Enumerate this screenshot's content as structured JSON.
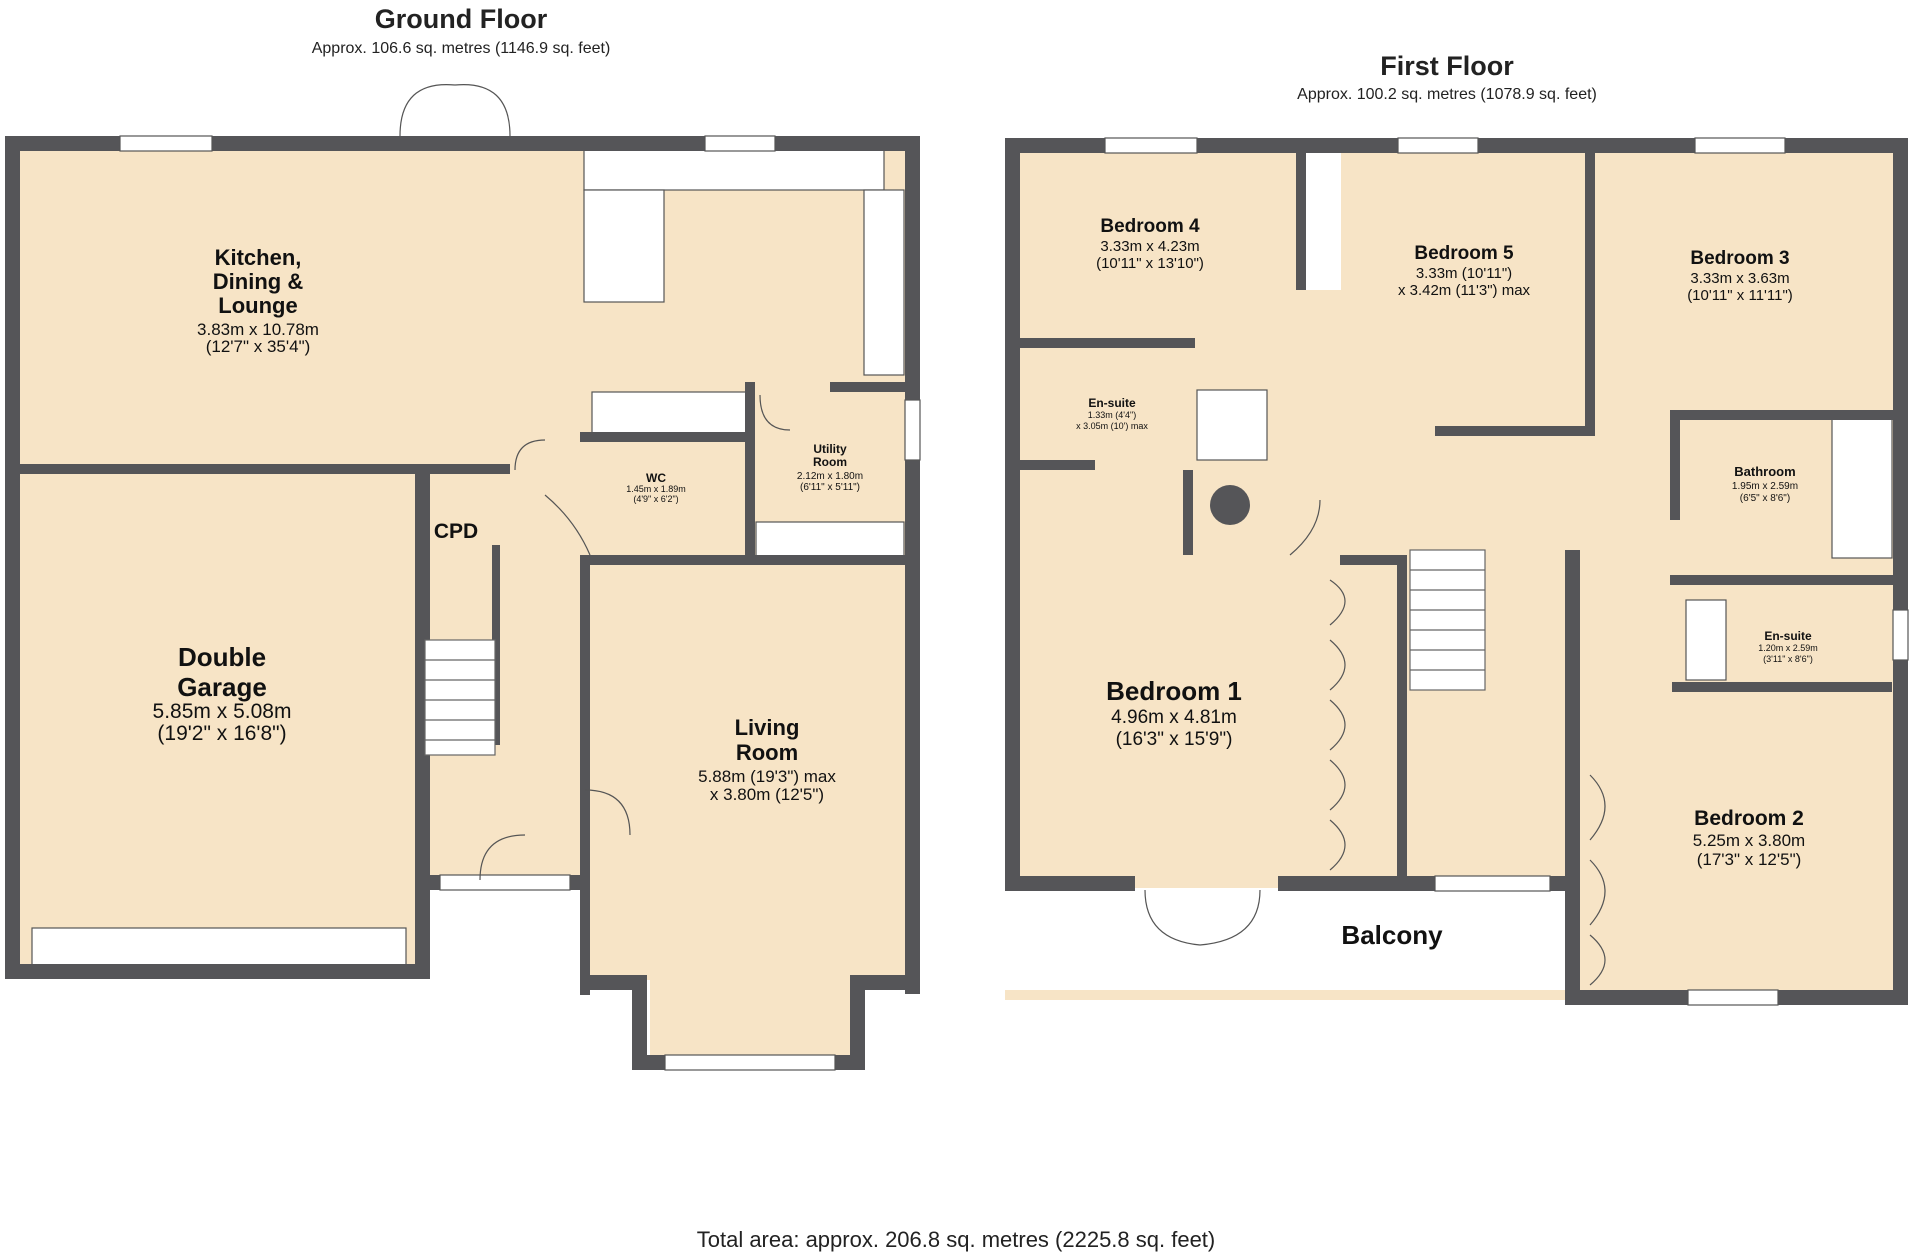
{
  "ground_floor": {
    "title": "Ground Floor",
    "area": "Approx. 106.6 sq. metres (1146.9 sq. feet)",
    "rooms": {
      "kitchen": {
        "name_1": "Kitchen,",
        "name_2": "Dining &",
        "name_3": "Lounge",
        "dim_1": "3.83m x 10.78m",
        "dim_2": "(12'7\" x 35'4\")"
      },
      "garage": {
        "name_1": "Double",
        "name_2": "Garage",
        "dim_1": "5.85m x 5.08m",
        "dim_2": "(19'2\" x 16'8\")"
      },
      "cpd": {
        "name": "CPD"
      },
      "wc": {
        "name": "WC",
        "dim_1": "1.45m x 1.89m",
        "dim_2": "(4'9\" x 6'2\")"
      },
      "utility": {
        "name_1": "Utility",
        "name_2": "Room",
        "dim_1": "2.12m x 1.80m",
        "dim_2": "(6'11\" x 5'11\")"
      },
      "living": {
        "name_1": "Living",
        "name_2": "Room",
        "dim_1": "5.88m (19'3\") max",
        "dim_2": "x 3.80m (12'5\")"
      }
    }
  },
  "first_floor": {
    "title": "First Floor",
    "area": "Approx. 100.2 sq. metres (1078.9 sq. feet)",
    "rooms": {
      "bedroom4": {
        "name": "Bedroom 4",
        "dim_1": "3.33m x 4.23m",
        "dim_2": "(10'11\" x 13'10\")"
      },
      "bedroom5": {
        "name": "Bedroom 5",
        "dim_1": "3.33m (10'11\")",
        "dim_2": "x 3.42m (11'3\") max"
      },
      "bedroom3": {
        "name": "Bedroom 3",
        "dim_1": "3.33m x 3.63m",
        "dim_2": "(10'11\" x 11'11\")"
      },
      "ensuite1": {
        "name": "En-suite",
        "dim_1": "1.33m (4'4\")",
        "dim_2": "x 3.05m (10') max"
      },
      "bathroom": {
        "name": "Bathroom",
        "dim_1": "1.95m x 2.59m",
        "dim_2": "(6'5\" x 8'6\")"
      },
      "ensuite2": {
        "name": "En-suite",
        "dim_1": "1.20m x 2.59m",
        "dim_2": "(3'11\" x 8'6\")"
      },
      "bedroom1": {
        "name": "Bedroom 1",
        "dim_1": "4.96m x 4.81m",
        "dim_2": "(16'3\" x 15'9\")"
      },
      "bedroom2": {
        "name": "Bedroom 2",
        "dim_1": "5.25m x 3.80m",
        "dim_2": "(17'3\" x 12'5\")"
      },
      "balcony": {
        "name": "Balcony"
      }
    }
  },
  "total_area": "Total area: approx. 206.8 sq. metres (2225.8 sq. feet)",
  "colors": {
    "floor": "#f7e4c6",
    "wall": "#555558"
  }
}
